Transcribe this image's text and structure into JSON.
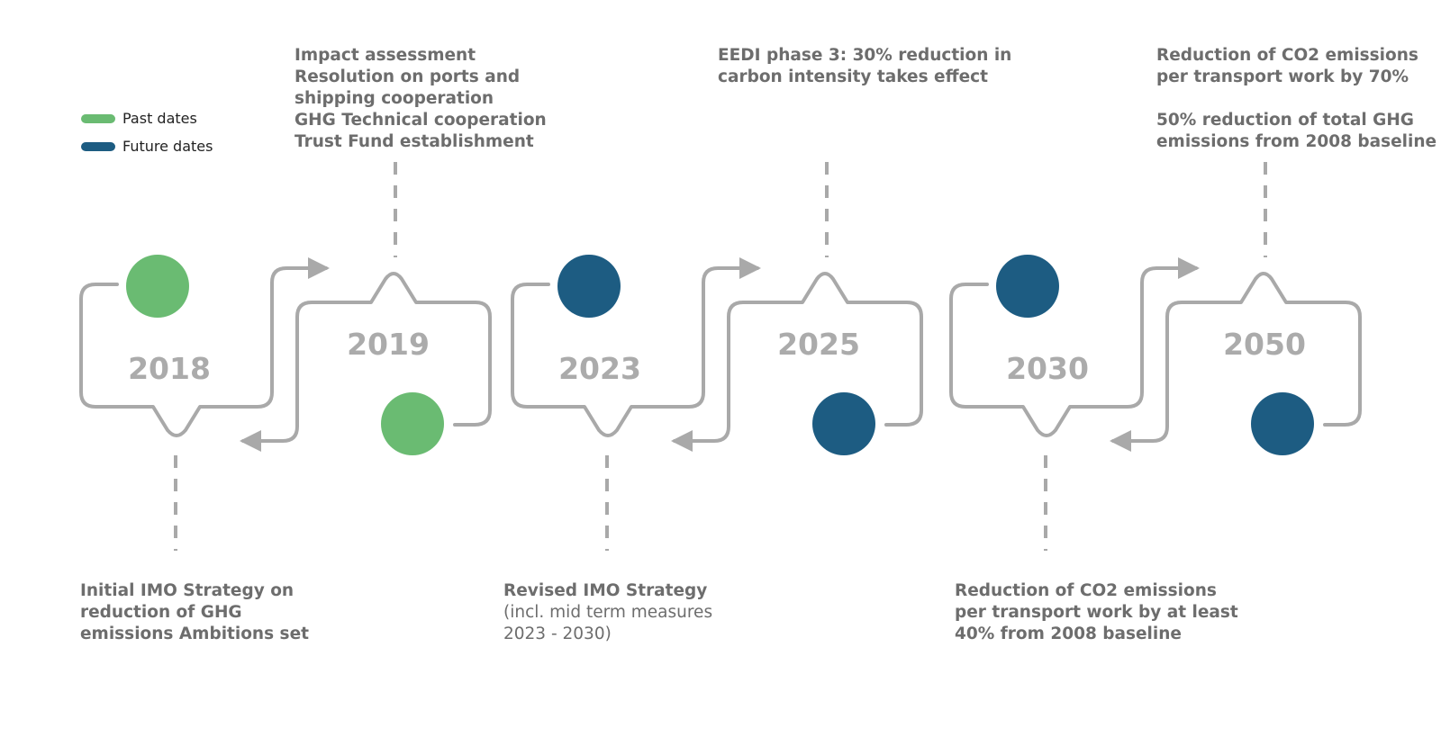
{
  "legend": {
    "items": [
      {
        "label": "Past dates",
        "color": "#6abb72"
      },
      {
        "label": "Future dates",
        "color": "#1d5c82"
      }
    ]
  },
  "colors": {
    "past": "#6abb72",
    "future": "#1d5c82",
    "connector": "#a9a9a9",
    "year_text": "#ababab",
    "note_text": "#6d6d6d"
  },
  "milestones": [
    {
      "year": "2018",
      "status": "past",
      "note": {
        "bold": [
          "Initial IMO Strategy on",
          "reduction of GHG",
          "emissions Ambitions set"
        ],
        "regular": []
      }
    },
    {
      "year": "2019",
      "status": "past",
      "note": {
        "bold": [
          "Impact assessment",
          "Resolution on ports and",
          "shipping cooperation",
          "GHG Technical cooperation",
          "Trust Fund establishment"
        ],
        "regular": []
      }
    },
    {
      "year": "2023",
      "status": "future",
      "note": {
        "bold": [
          "Revised IMO Strategy"
        ],
        "regular": [
          "(incl. mid term measures",
          "2023 - 2030)"
        ]
      }
    },
    {
      "year": "2025",
      "status": "future",
      "note": {
        "bold": [
          "EEDI phase 3: 30% reduction in",
          "carbon intensity takes effect"
        ],
        "regular": []
      }
    },
    {
      "year": "2030",
      "status": "future",
      "note": {
        "bold": [
          "Reduction of CO2 emissions",
          "per transport work by at least",
          "40% from 2008 baseline"
        ],
        "regular": []
      }
    },
    {
      "year": "2050",
      "status": "future",
      "note": {
        "bold": [
          "Reduction of CO2 emissions",
          "per transport work by 70%",
          "",
          "50% reduction of total GHG",
          "emissions from 2008 baseline"
        ],
        "regular": []
      }
    }
  ]
}
